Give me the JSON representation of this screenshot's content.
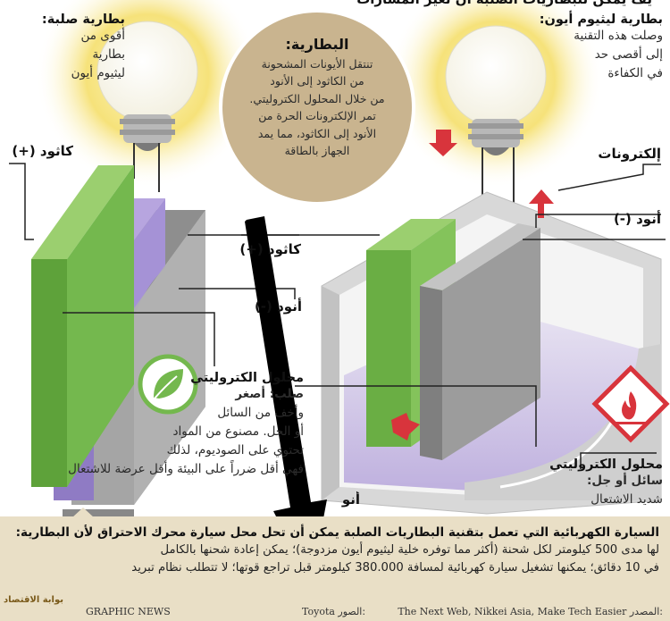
{
  "header": {
    "title_partial": "يف يمكن للبطاريات الصلبة أن تغير المسارات"
  },
  "solid_battery": {
    "title": "بطارية صلبة:",
    "lines": [
      "أقوى من",
      "بطارية",
      "ليثيوم أيون"
    ]
  },
  "liion_battery": {
    "title": "بطارية ليثيوم أيون:",
    "lines": [
      "وصلت هذه التقنية",
      "إلى أقصى حد",
      "في الكفاءة"
    ]
  },
  "circle": {
    "title": "البطارية:",
    "lines": [
      "تنتقل الأيونات المشحونة",
      "من الكاثود إلى الأنود",
      "من خلال  المحلول الكتروليتي.",
      "تمر الإلكترونات الحرة من",
      "الأنود إلى الكاثود، مما يمد",
      "الجهاز بالطاقة"
    ]
  },
  "labels": {
    "cathode_left": "كاثود (+)",
    "anode_left": "أنود (-)",
    "cathode_mid": "كاثود (+)",
    "electrons": "إلكترونات",
    "anode_right": "أنود (-)",
    "anode_mid": "أنو",
    "electrolyte_solid_title": "محلول الكتروليتي",
    "electrolyte_solid_sub": "صلب: أصغر",
    "electrolyte_solid_lines": [
      "وأخف من السائل",
      "أو الجل. مصنوع من المواد",
      "تحتوي على الصوديوم، لذلك",
      "فهي أقل ضرراً على البيئة وأقل عرضة للاشتعال"
    ],
    "electrolyte_liquid_title": "محلول الكتروليتي",
    "electrolyte_liquid_sub": "سائل أو جل:",
    "electrolyte_liquid_line": "شديد الاشتعال"
  },
  "bottom": {
    "title": "السيارة الكهربائية التي تعمل بتقنية البطاريات الصلبة يمكن أن تحل محل سيارة محرك الاحتراق لأن البطارية:",
    "lines": [
      "لها مدى 500 كيلومتر لكل شحنة (أكثر مما توفره خلية ليثيوم أيون مزدوجة)؛ يمكن إعادة شحنها بالكامل",
      "في 10 دقائق؛ يمكنها تشغيل سيارة كهربائية لمسافة 380.000 كيلومتر قبل تراجع قوتها؛ لا تتطلب نظام تبريد"
    ]
  },
  "credits": {
    "source_label": "المصدر:",
    "source": "The Next Web, Nikkei Asia, Make Tech Easier",
    "photos_label": "الصور:",
    "photos": "Toyota",
    "agency": "GRAPHIC NEWS",
    "watermark": "بوابة الاقتصاد"
  },
  "colors": {
    "band": "#e9dfc6",
    "circle": "#c9b48f",
    "green": "#74b84e",
    "purple": "#9a86c6",
    "grey": "#9c9c9c",
    "red": "#d8343c",
    "glow": "#f6e27a"
  }
}
